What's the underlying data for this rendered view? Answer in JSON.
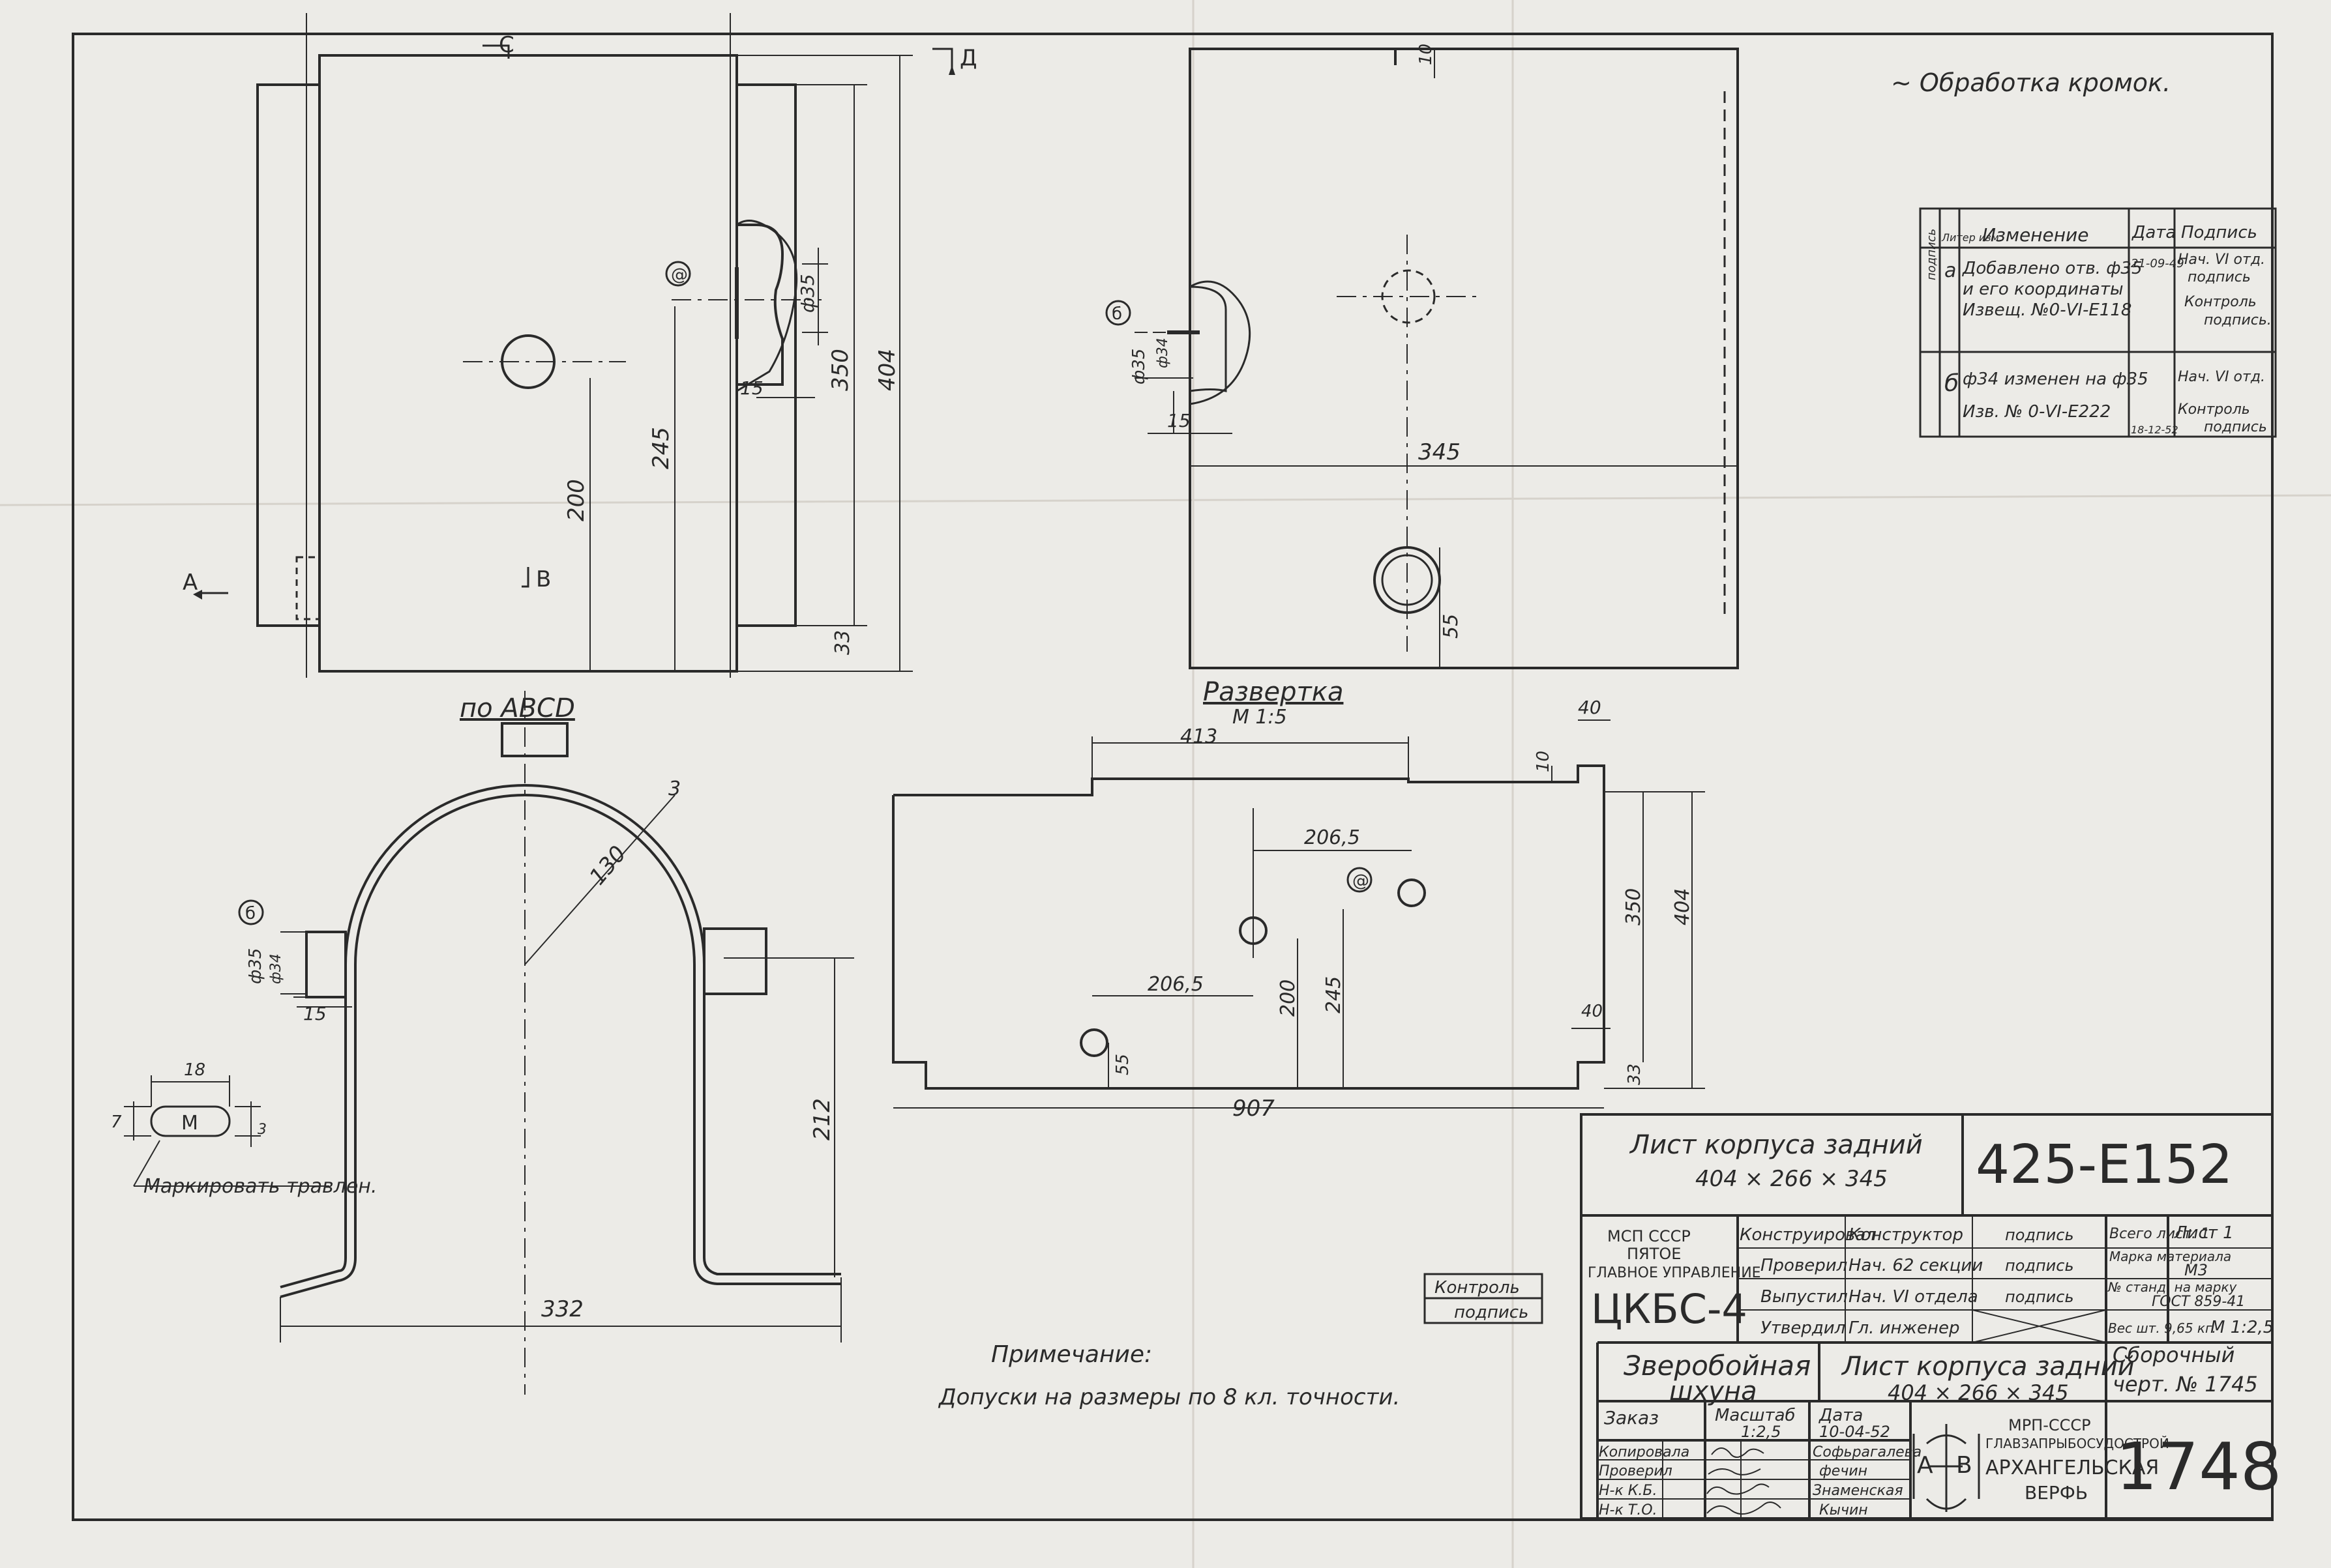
{
  "header_note": "~ Обработка кромок.",
  "section_labels": {
    "c": "С",
    "d": "Д",
    "a": "А",
    "b": "В",
    "view_title": "по ABCD"
  },
  "front_view": {
    "dims": [
      "200",
      "245",
      "350",
      "404",
      "33",
      "15",
      "ф35"
    ],
    "marker": "@"
  },
  "back_view": {
    "dims": [
      "10",
      "345",
      "55",
      "15",
      "ф35",
      "ф34"
    ],
    "marker": "б"
  },
  "section_view": {
    "dims": [
      "130",
      "3",
      "212",
      "332",
      "15",
      "ф35",
      "ф34"
    ],
    "marker": "б"
  },
  "unfold": {
    "title": "Развертка",
    "scale": "М 1:5",
    "dims": [
      "413",
      "40",
      "10",
      "206,5",
      "206,5",
      "200",
      "245",
      "55",
      "350",
      "404",
      "40",
      "33",
      "907"
    ],
    "marker": "@"
  },
  "marking": {
    "dims": [
      "18",
      "7",
      "3"
    ],
    "letter": "М",
    "note": "Маркировать травлен."
  },
  "changes_table": {
    "headers": [
      "Литер изм.",
      "Изменение",
      "Дата",
      "Подпись"
    ],
    "side_label": "подпись",
    "rows": [
      {
        "letter": "а",
        "lines": [
          "Добавлено отв. ф35",
          "и его координаты",
          "Извещ. №0-VI-E118"
        ],
        "date": "21-09-49",
        "sign": [
          "Нач. VI отд.",
          "подпись",
          "Контроль",
          "подпись."
        ]
      },
      {
        "letter": "б",
        "lines": [
          "ф34 изменен на ф35",
          "Изв. № 0-VI-Е222"
        ],
        "date": "18-12-52",
        "sign": [
          "Нач. VI отд.",
          "",
          "Контроль",
          "подпись"
        ]
      }
    ]
  },
  "note": {
    "title": "Примечание:",
    "text": "Допуски на размеры по 8 кл. точности."
  },
  "control_box": [
    "Контроль",
    "подпись"
  ],
  "title_block": {
    "part_name": "Лист корпуса задний",
    "part_dims": "404 × 266 × 345",
    "part_number": "425-Е152",
    "org_lines": [
      "МСП СССР",
      "ПЯТОЕ",
      "ГЛАВНОЕ УПРАВЛЕНИЕ"
    ],
    "org_code": "ЦКБС-4",
    "roles": [
      "Конструировал",
      "Проверил",
      "Выпустил",
      "Утвердил"
    ],
    "positions": [
      "Конструктор",
      "Нач. 62 секции",
      "Нач. VI отдела",
      "Гл. инженер"
    ],
    "signatures": [
      "подпись",
      "подпись",
      "подпись",
      ""
    ],
    "sheets_total": "Всего лист. 1",
    "sheet": "Лист 1",
    "material_label": "Марка материала",
    "material": "М3",
    "standard_label": "№ станд. на марку",
    "standard": "ГОСТ 859-41",
    "weight": "Вес шт. 9,65 кг.",
    "scale": "М 1:2,5",
    "vessel": [
      "Зверобойная",
      "шхуна"
    ],
    "assembly_label": "Сборочный",
    "assembly_no": "черт. № 1745",
    "order_label": "Заказ",
    "scale_label": "Масштаб",
    "scale_value": "1:2,5",
    "date_label": "Дата",
    "date_value": "10-04-52",
    "staff_roles": [
      "Копировала",
      "Проверил",
      "Н-к К.Б.",
      "Н-к Т.О."
    ],
    "staff_names": [
      "Софьрагалева",
      "фечин",
      "Знаменская",
      "Кычин"
    ],
    "ministry": [
      "МРП-СССР",
      "ГЛАВЗАПРЫБОСУДОСТРОЙ",
      "АРХАНГЕЛЬСКАЯ",
      "ВЕРФЬ"
    ],
    "logo_letters": [
      "А",
      "В"
    ],
    "drawing_number": "1748"
  }
}
